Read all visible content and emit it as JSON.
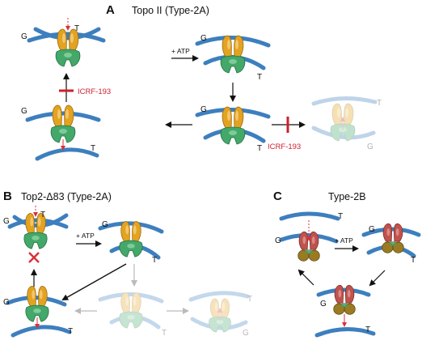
{
  "panels": {
    "a": {
      "letter": "A",
      "title": "Topo II  (Type-2A)"
    },
    "b": {
      "letter": "B",
      "title": "Top2-Δ83  (Type-2A)"
    },
    "c": {
      "letter": "C",
      "title": "Type-2B"
    }
  },
  "labels": {
    "gate_segment": "G",
    "transfer_segment": "T",
    "atp": "+ ATP",
    "inhibitor": "ICRF-193"
  },
  "colors": {
    "dna": "#3d7fbe",
    "atpase_domain_2a": "#e3a320",
    "cleavage_core": "#43a86a",
    "atpase_domain_2b": "#c0524d",
    "core_2b": "#9a7a22",
    "inhibitor": "#cc1f2d",
    "arrow": "#111111",
    "faded_arrow": "#bbbbbb"
  }
}
